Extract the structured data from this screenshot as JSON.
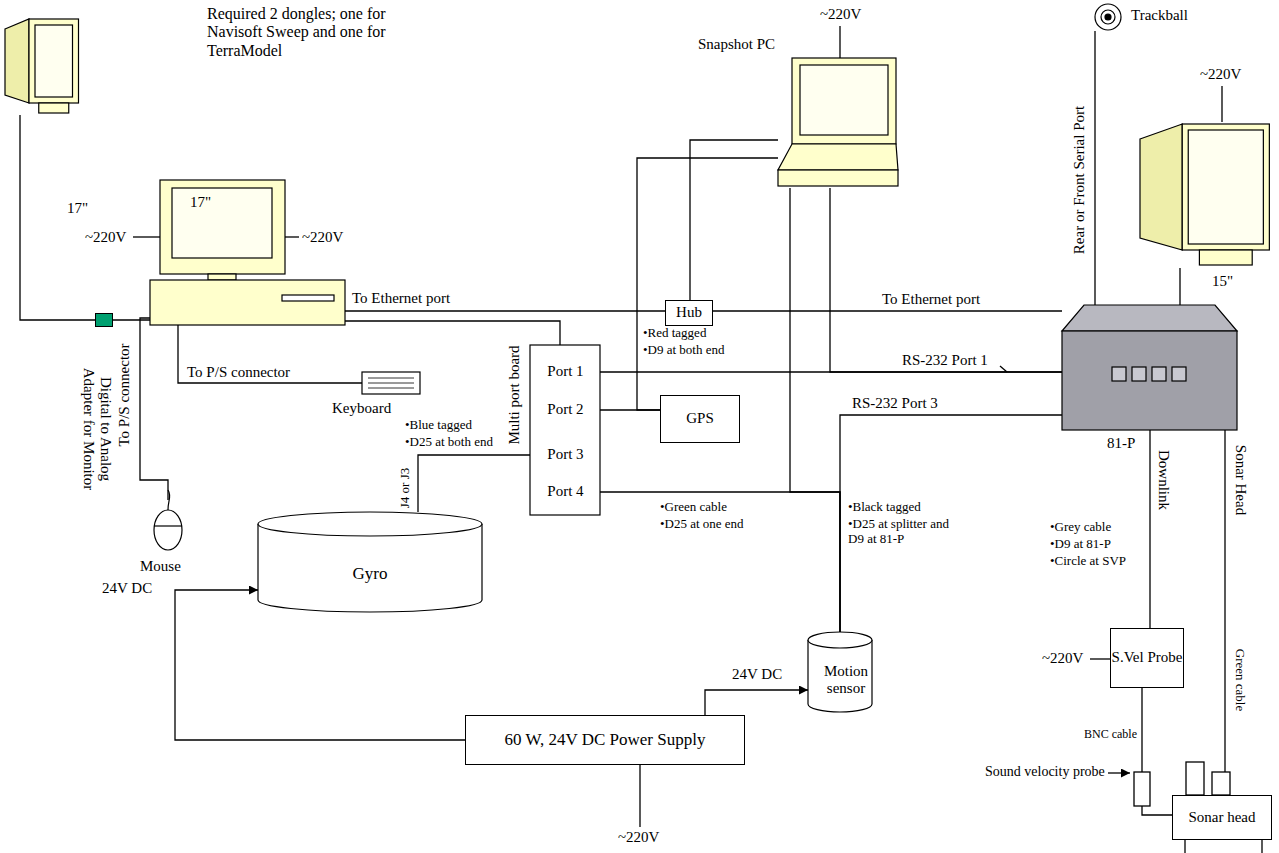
{
  "diagram": {
    "nodes": [
      {
        "text": [
          "17\""
        ]
      },
      {
        "text": [
          "17\""
        ]
      },
      {
        "text": [
          "Snapshot PC"
        ]
      },
      {
        "text": [
          "Trackball"
        ]
      },
      {
        "text": [
          "15\""
        ]
      },
      {
        "text": [
          "Hub"
        ]
      },
      {
        "text": [
          "Digital to Analog Adapter for Monitor"
        ]
      },
      {
        "text": [
          "Keyboard"
        ]
      },
      {
        "text": [
          "Multi port board"
        ]
      },
      {
        "text": [
          "Port 1"
        ],
        "in": 8
      },
      {
        "text": [
          "Port 2"
        ],
        "in": 8
      },
      {
        "text": [
          "Port 3"
        ],
        "in": 8
      },
      {
        "text": [
          "Port 4"
        ],
        "in": 8
      },
      {
        "text": [
          "GPS"
        ]
      },
      {
        "text": [
          "81-P"
        ]
      },
      {
        "text": [
          "Mouse"
        ]
      },
      {
        "text": [
          "Gyro"
        ]
      },
      {
        "text": [
          "Motion sensor"
        ]
      },
      {
        "text": [
          "S.Vel Probe"
        ]
      },
      {
        "text": [
          "60 W, 24V DC Power Supply"
        ]
      },
      {
        "text": [
          "Sonar head"
        ]
      }
    ],
    "edges": [
      {
        "from": 0,
        "to": 6,
        "arrow": "none"
      },
      {
        "from": 6,
        "to": 1,
        "arrow": "none"
      },
      {
        "from": 1,
        "to": 5,
        "arrow": "none",
        "label": "To Ethernet port"
      },
      {
        "from": 5,
        "to": 14,
        "arrow": "none",
        "label": "To Ethernet port"
      },
      {
        "from": 2,
        "to": 5,
        "arrow": "none"
      },
      {
        "from": 1,
        "to": 8,
        "arrow": "none"
      },
      {
        "from": 1,
        "to": 7,
        "arrow": "none",
        "label": "To P/S connector"
      },
      {
        "from": 1,
        "to": 15,
        "arrow": "none",
        "label": "To P/S connector"
      },
      {
        "from": 9,
        "to": 14,
        "arrow": "none",
        "label": "RS-232 Port 1"
      },
      {
        "from": 10,
        "to": 13,
        "arrow": "none"
      },
      {
        "from": 2,
        "to": 13,
        "arrow": "none"
      },
      {
        "from": 11,
        "to": 16,
        "arrow": "none"
      },
      {
        "from": 12,
        "to": 17,
        "arrow": "none"
      },
      {
        "from": 2,
        "to": 17,
        "arrow": "none"
      },
      {
        "from": 2,
        "to": 14,
        "arrow": "none"
      },
      {
        "from": 17,
        "to": 14,
        "arrow": "none",
        "label": "RS-232 Port 3"
      },
      {
        "from": 19,
        "to": 16,
        "arrow": "to",
        "label": "24V DC"
      },
      {
        "from": 19,
        "to": 17,
        "arrow": "to",
        "label": "24V DC"
      },
      {
        "from": 14,
        "to": 4,
        "arrow": "none"
      },
      {
        "from": 14,
        "to": 3,
        "arrow": "none",
        "label": "Rear or Front Serial Port"
      },
      {
        "from": 14,
        "to": 18,
        "arrow": "none",
        "label": "Downlink"
      },
      {
        "from": 14,
        "to": 20,
        "arrow": "none",
        "label": "Sonar Head"
      },
      {
        "from": 18,
        "to": 20,
        "arrow": "none",
        "label": "BNC cable"
      }
    ],
    "labels": [
      "Required 2 dongles; one for Navisoft Sweep and one for TerraModel",
      "~220V",
      "~220V",
      "~220V",
      "~220V",
      "~220V",
      "~220V",
      "•Red tagged",
      "•D9 at both end",
      "•Blue tagged",
      "•D25 at both end",
      "J4 or J3",
      "•Green cable",
      "•D25 at one end",
      "•Black tagged",
      "•D25 at splitter and D9 at 81-P",
      "•Grey cable",
      "•D9 at 81-P",
      "•Circle at SVP",
      "Green cable",
      "Sound velocity probe"
    ]
  }
}
